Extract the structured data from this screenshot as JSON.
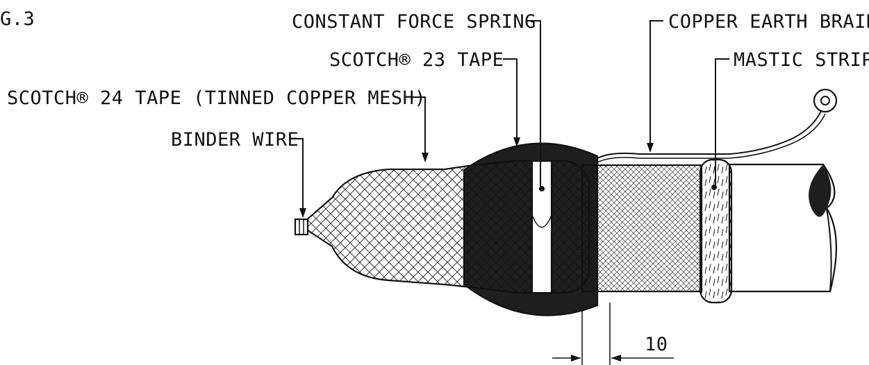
{
  "figure": {
    "number": "G.3",
    "colors": {
      "ink": "#111111",
      "background": "#ffffff",
      "tape": "#1e1e1e"
    }
  },
  "labels": {
    "constant_force_spring": "CONSTANT FORCE SPRING",
    "copper_earth_braid": "COPPER EARTH BRAID",
    "scotch_23_tape": "SCOTCH® 23 TAPE",
    "mastic_strip": "MASTIC STRIP",
    "scotch_24_tape": "SCOTCH® 24 TAPE (TINNED COPPER MESH)",
    "binder_wire": "BINDER WIRE"
  },
  "dimension": {
    "value": "10"
  }
}
